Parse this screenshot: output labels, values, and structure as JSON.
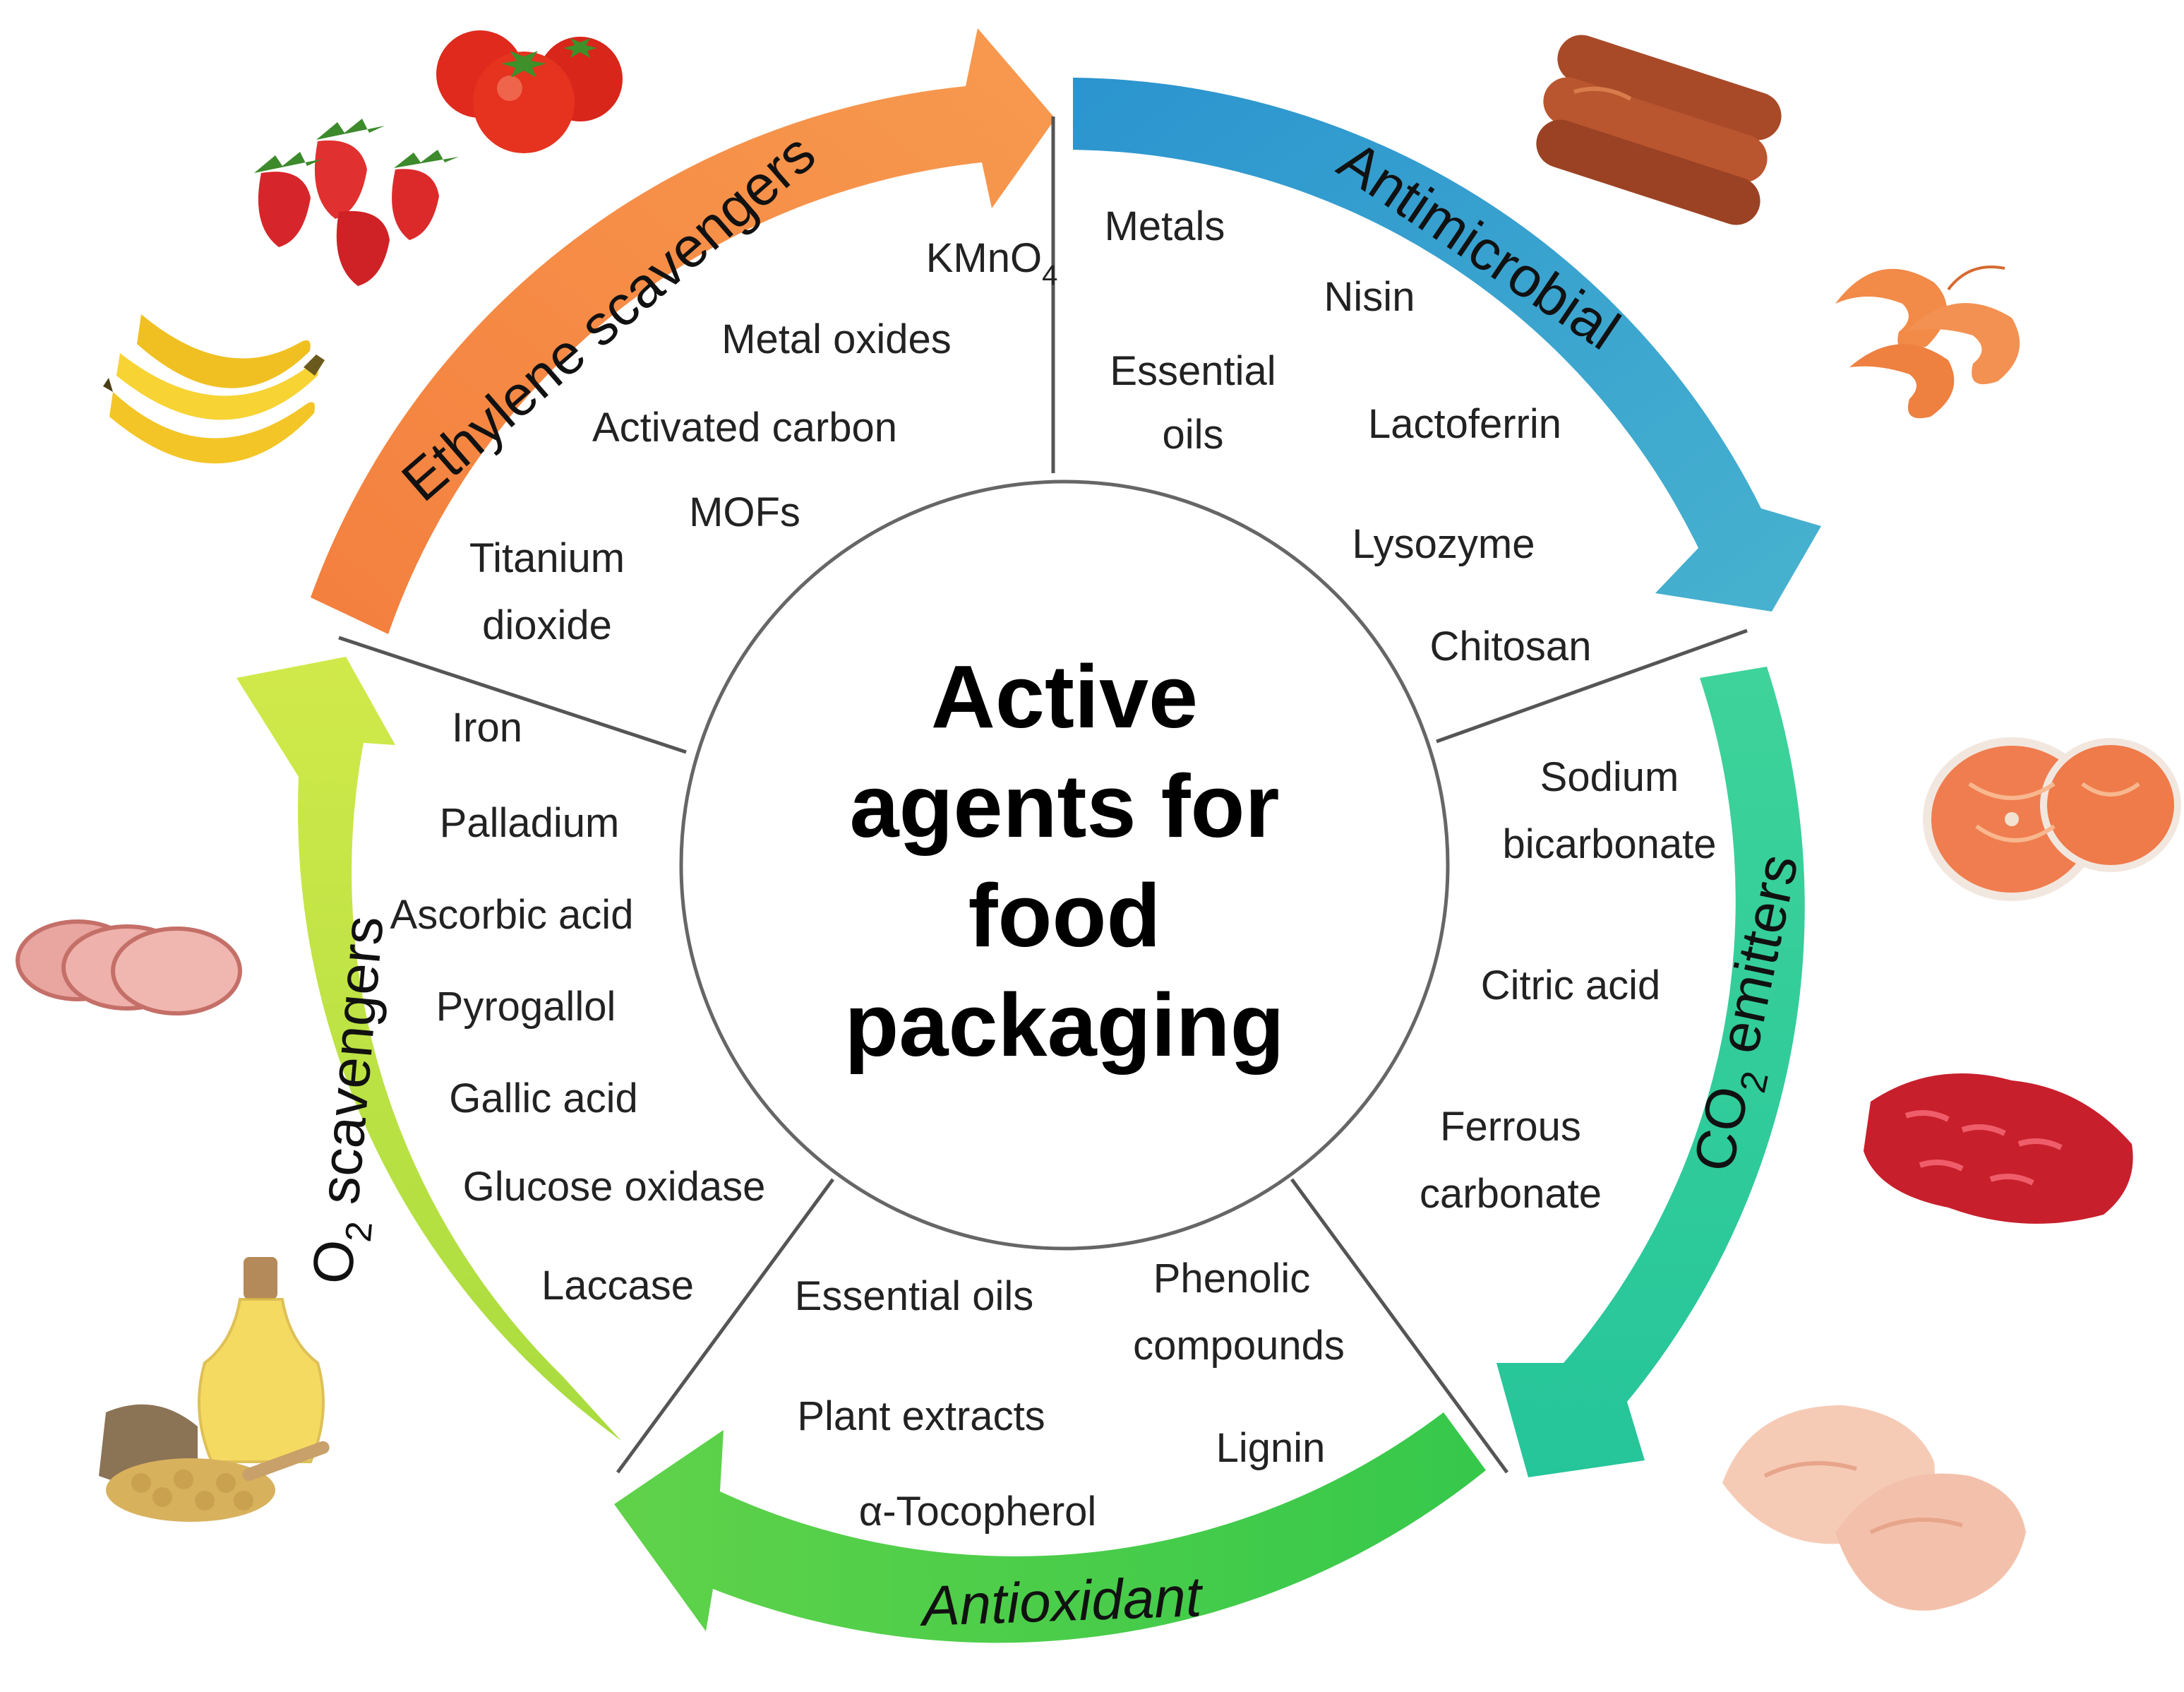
{
  "center": {
    "lines": [
      "Active",
      "agents for",
      "food",
      "packaging"
    ]
  },
  "segments": {
    "ethylene": {
      "label": "Ethylene  scavengers",
      "color": "#f58d46",
      "items": [
        "KMnO",
        "Metal oxides",
        "Activated carbon",
        "MOFs",
        "Titanium",
        "dioxide"
      ],
      "kmno4_subscript": "4"
    },
    "antimicrobial": {
      "label": "Antimicrobial",
      "color": "#3a9fd0",
      "items": [
        "Metals",
        "Nisin",
        "Essential",
        "oils",
        "Lactoferrin",
        "Lysozyme",
        "Chitosan"
      ]
    },
    "co2": {
      "label_prefix": "CO",
      "label_sub": "2",
      "label_suffix": " emitters",
      "color": "#30c987",
      "items": [
        "Sodium",
        "bicarbonate",
        "Citric acid",
        "Ferrous",
        "carbonate"
      ]
    },
    "antioxidant": {
      "label": "Antioxidant",
      "color": "#4fd14c",
      "items": [
        "Essential oils",
        "Phenolic",
        "compounds",
        "Plant extracts",
        "Lignin",
        "α-Tocopherol"
      ]
    },
    "o2": {
      "label_prefix": "O",
      "label_sub": "2",
      "label_suffix": " scavengers",
      "color": "#b9e044",
      "items": [
        "Iron",
        "Palladium",
        "Ascorbic acid",
        "Pyrogallol",
        "Gallic acid",
        "Glucose oxidase",
        "Laccase"
      ]
    }
  },
  "food_icons": [
    "tomato-icon",
    "strawberry-icon",
    "banana-icon",
    "sausage-icon",
    "shrimp-icon",
    "salmon-icon",
    "ham-icon",
    "minced-meat-icon",
    "oil-and-soybean-icon",
    "chicken-breast-icon"
  ]
}
